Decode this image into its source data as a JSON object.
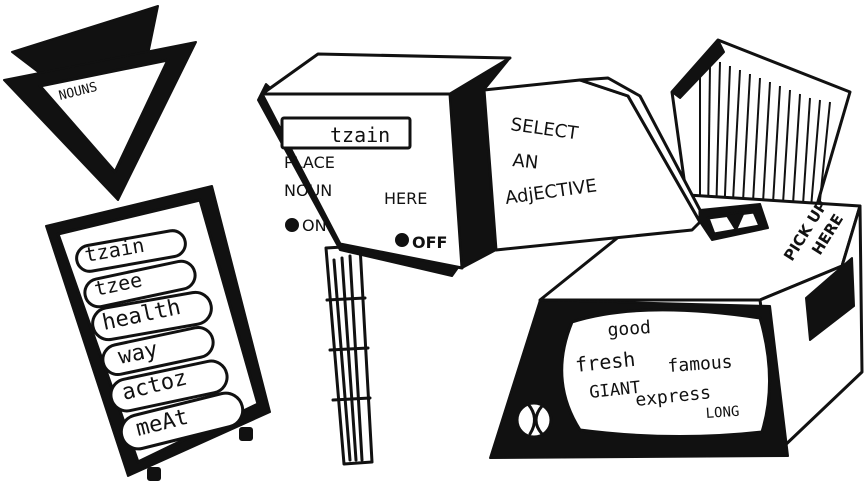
{
  "funnel_sign": {
    "label": "NOUNS"
  },
  "noun_list": {
    "items": [
      "tzain",
      "tzee",
      "health",
      "way",
      "actoz",
      "meAt"
    ]
  },
  "machine": {
    "display_word": "tzain",
    "place_label_line1": "PLACE",
    "place_label_line2": "NOUN",
    "place_label_line3": "HERE",
    "on_label": "ON",
    "off_label": "OFF",
    "select_line1": "SELECT",
    "select_line2": "AN",
    "select_line3": "AdjECTIVE"
  },
  "output_box": {
    "pickup_line1": "PICK UP",
    "pickup_line2": "HERE",
    "adjectives": [
      "good",
      "fresh",
      "famous",
      "GIANT",
      "express",
      "LONG"
    ]
  }
}
